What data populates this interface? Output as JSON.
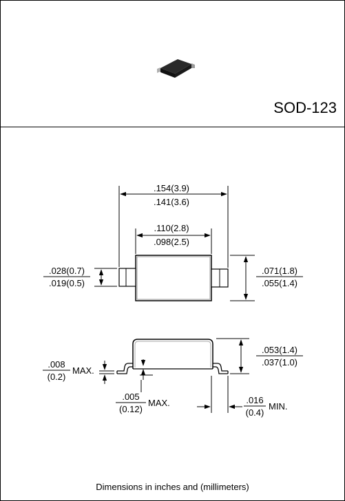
{
  "package": {
    "name": "SOD-123"
  },
  "dimensions": {
    "overall_length_max": ".154(3.9)",
    "overall_length_min": ".141(3.6)",
    "body_length_max": ".110(2.8)",
    "body_length_min": ".098(2.5)",
    "lead_width_max": ".028(0.7)",
    "lead_width_min": ".019(0.5)",
    "body_width_max": ".071(1.8)",
    "body_width_min": ".055(1.4)",
    "height_max": ".053(1.4)",
    "height_min": ".037(1.0)",
    "standoff_in": ".008",
    "standoff_mm": "(0.2)",
    "standoff_suffix": "MAX.",
    "lead_thickness_in": ".005",
    "lead_thickness_mm": "(0.12)",
    "lead_thickness_suffix": "MAX.",
    "foot_in": ".016",
    "foot_mm": "(0.4)",
    "foot_suffix": "MIN."
  },
  "footer": {
    "note": "Dimensions in inches and (millimeters)"
  }
}
